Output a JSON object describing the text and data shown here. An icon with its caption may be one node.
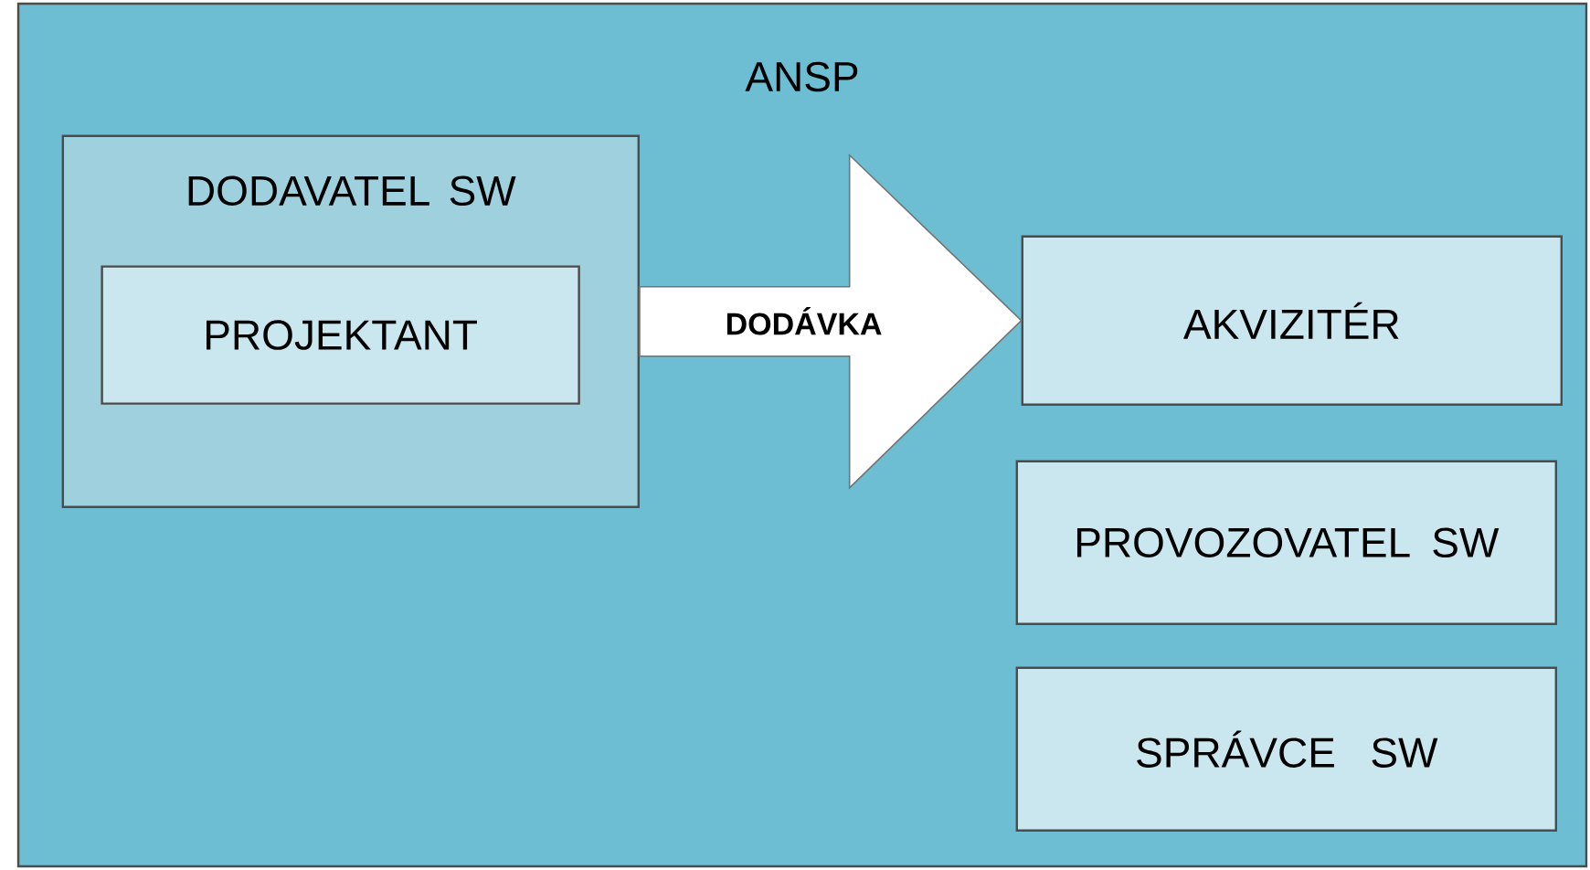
{
  "diagram": {
    "nodes": [
      {
        "text": [
          "ANSP"
        ]
      },
      {
        "text": [
          "DODAVATEL SW"
        ],
        "in": 0
      },
      {
        "text": [
          "PROJEKTANT"
        ],
        "in": 1
      },
      {
        "text": [
          "AKVIZITÉR"
        ],
        "in": 0
      },
      {
        "text": [
          "PROVOZOVATEL SW"
        ],
        "in": 0
      },
      {
        "text": [
          "SPRÁVCE SW"
        ],
        "in": 0
      }
    ],
    "edges": [
      {
        "from": 1,
        "to": 3,
        "arrow": "to",
        "label": "DODÁVKA"
      }
    ]
  }
}
